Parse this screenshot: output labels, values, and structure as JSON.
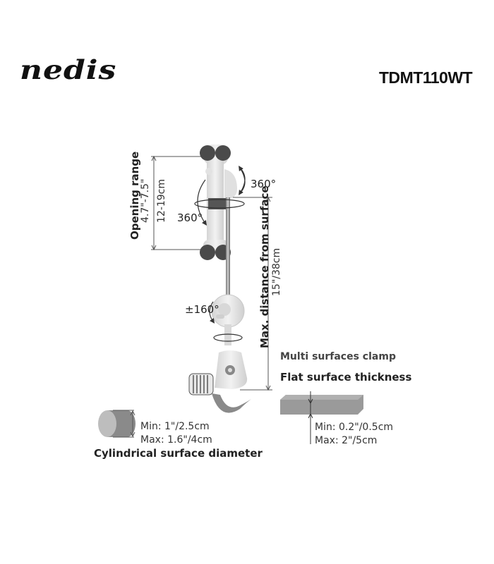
{
  "header": {
    "brand_logo": "nedis",
    "model_number": "TDMT110WT"
  },
  "holder": {
    "opening_range_title": "Opening range",
    "opening_range_inch": "4.7\"-7.5\"",
    "opening_range_cm": "12-19cm",
    "rotation_back": "360°",
    "rotation_front": "360°"
  },
  "arm": {
    "max_distance_title": "Max. distance from surface",
    "max_distance_value": "15\"/38cm",
    "tilt_angle": "±160°"
  },
  "clamp": {
    "title": "Multi surfaces clamp",
    "flat": {
      "title": "Flat surface thickness",
      "min": "Min: 0.2\"/0.5cm",
      "max": "Max: 2\"/5cm"
    },
    "cylindrical": {
      "title": "Cylindrical surface diameter",
      "min": "Min: 1\"/2.5cm",
      "max": "Max: 1.6\"/4cm"
    }
  },
  "colors": {
    "knob": "#4a4a4a",
    "body": "#e6e6e6",
    "slider": "#555555",
    "block": "#9a9a9a",
    "dimension_line": "#555555"
  }
}
